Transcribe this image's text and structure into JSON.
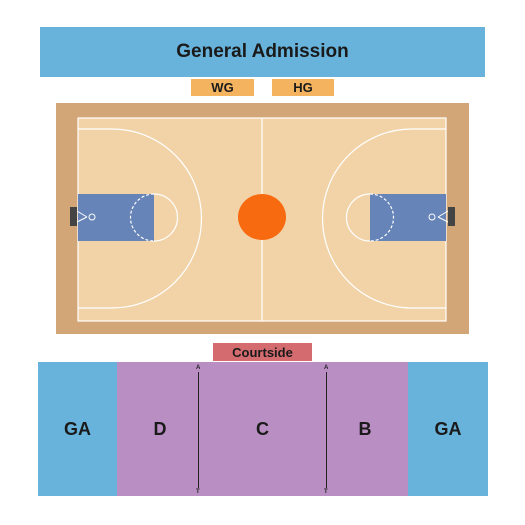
{
  "colors": {
    "ga_blue": "#67b3dc",
    "tag_orange": "#f4b35e",
    "courtside_red": "#d46b6f",
    "section_purple": "#b98ec3",
    "court_border": "#d2a676",
    "court_floor": "#f2d3a8",
    "paint_blue": "#6684b7",
    "center_ball": "#f76a10"
  },
  "sections": {
    "general_admission": "General Admission",
    "wg": "WG",
    "hg": "HG",
    "courtside": "Courtside",
    "ga_left": "GA",
    "d": "D",
    "c": "C",
    "b": "B",
    "ga_right": "GA"
  },
  "aisles": {
    "left": {
      "top": "A",
      "bottom": "T"
    },
    "right": {
      "top": "A",
      "bottom": "T"
    }
  }
}
